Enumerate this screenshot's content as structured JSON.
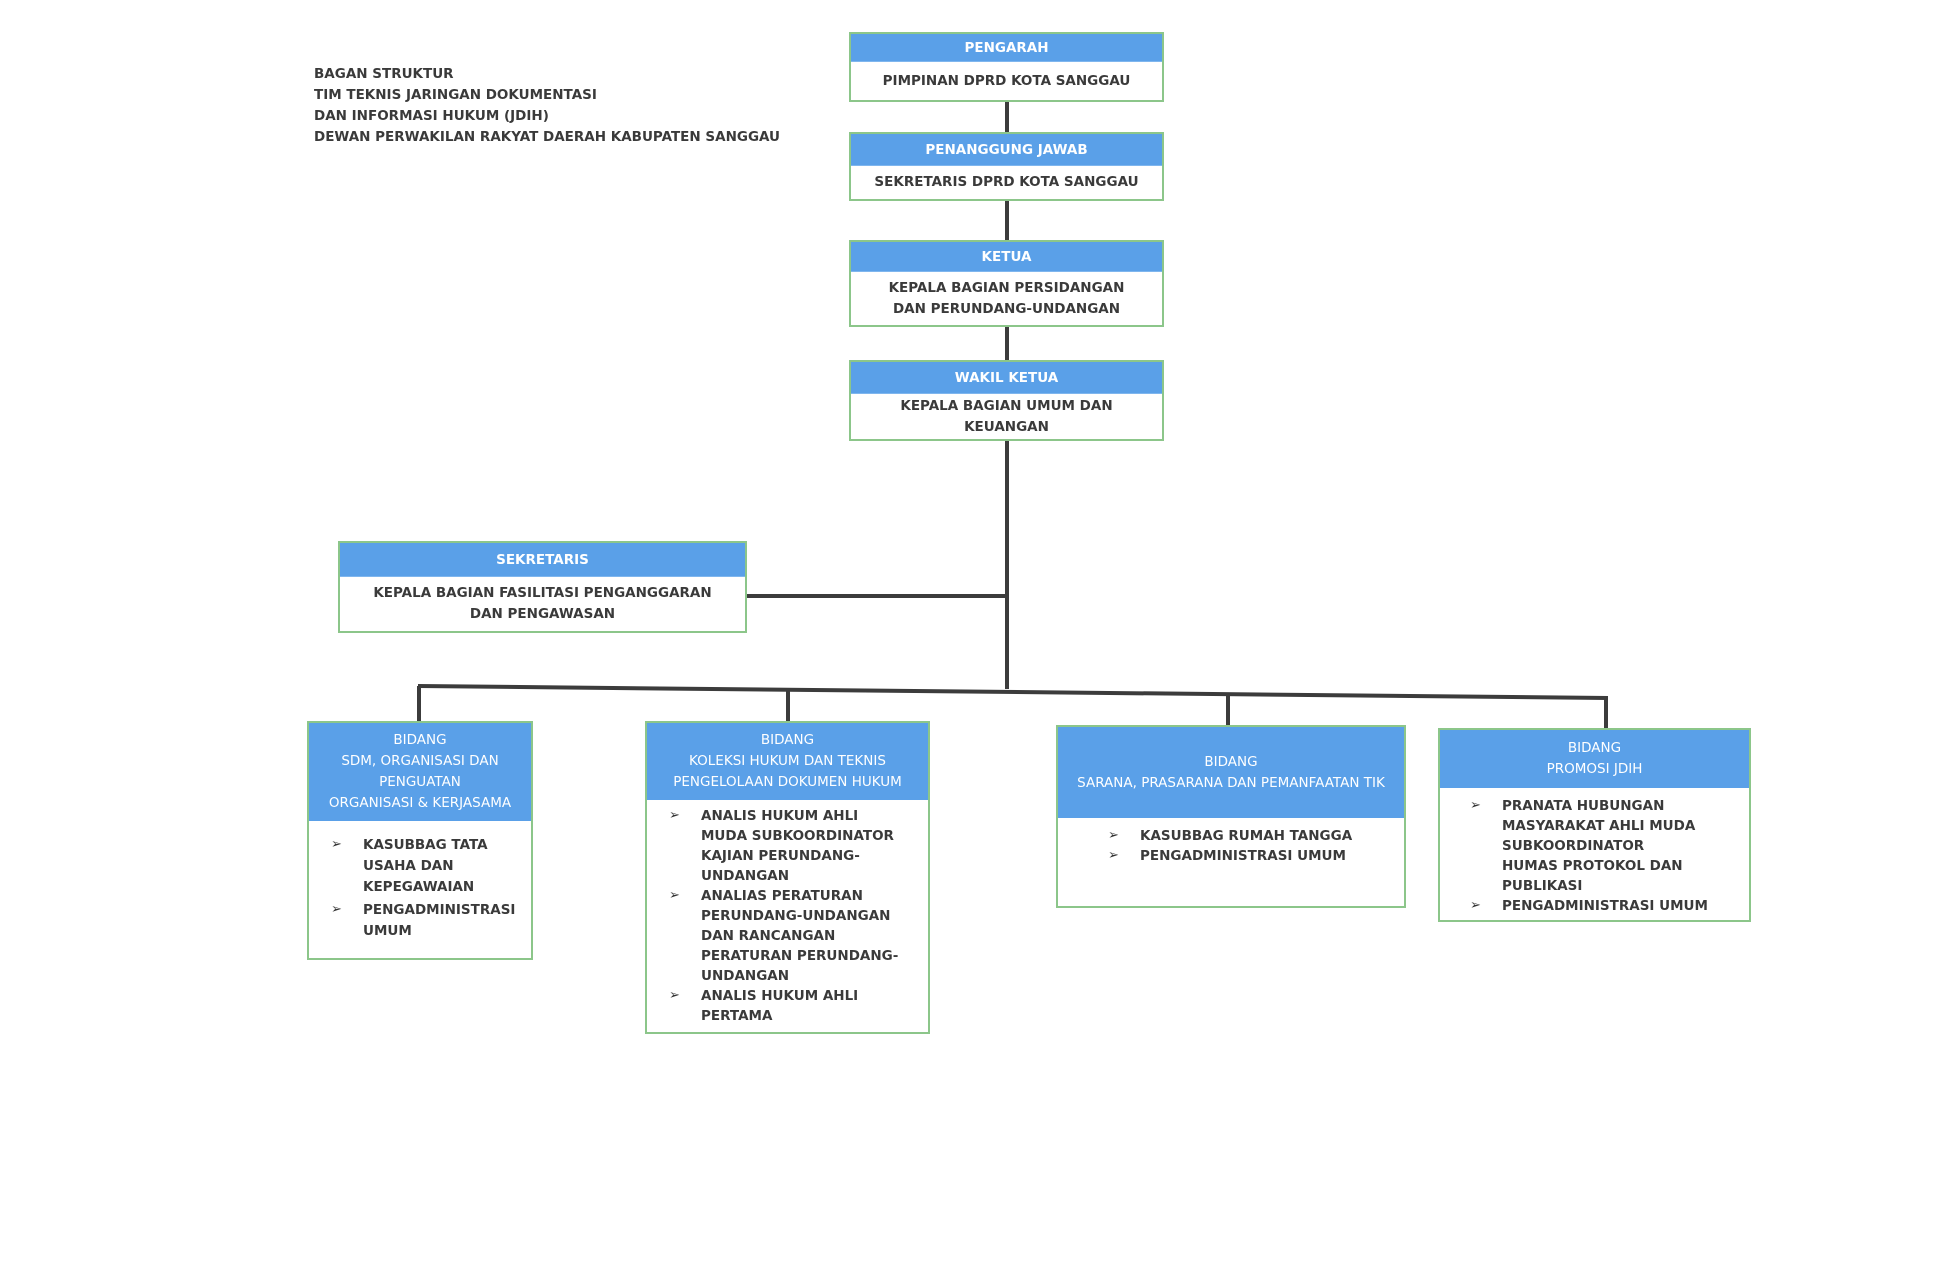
{
  "title": {
    "lines": [
      "BAGAN STRUKTUR",
      "TIM TEKNIS JARINGAN DOKUMENTASI",
      "DAN INFORMASI HUKUM (JDIH)",
      "DEWAN PERWAKILAN RAKYAT DAERAH KABUPATEN SANGGAU"
    ]
  },
  "colors": {
    "header": "#5aa0e8",
    "border": "#8cc68a",
    "connector": "#3c3c3c"
  },
  "arrow_glyph": "➢",
  "top_chain": [
    {
      "role": "PENGARAH",
      "holder": "PIMPINAN DPRD KOTA SANGGAU"
    },
    {
      "role": "PENANGGUNG JAWAB",
      "holder": "SEKRETARIS DPRD KOTA SANGGAU"
    },
    {
      "role": "KETUA",
      "holder": "KEPALA BAGIAN PERSIDANGAN DAN PERUNDANG-UNDANGAN"
    },
    {
      "role": "WAKIL KETUA",
      "holder": "KEPALA BAGIAN UMUM DAN KEUANGAN"
    }
  ],
  "secretary": {
    "role": "SEKRETARIS",
    "holder": "KEPALA BAGIAN FASILITASI PENGANGGARAN DAN PENGAWASAN"
  },
  "bidang": [
    {
      "header": [
        "BIDANG",
        "SDM, ORGANISASI DAN",
        "PENGUATAN",
        "ORGANISASI & KERJASAMA"
      ],
      "items": [
        "KASUBBAG TATA USAHA DAN KEPEGAWAIAN",
        "PENGADMINISTRASI UMUM"
      ]
    },
    {
      "header": [
        "BIDANG",
        "KOLEKSI HUKUM DAN TEKNIS",
        "PENGELOLAAN DOKUMEN HUKUM"
      ],
      "items": [
        "ANALIS HUKUM AHLI MUDA SUBKOORDINATOR KAJIAN PERUNDANG-UNDANGAN",
        "ANALIAS PERATURAN PERUNDANG-UNDANGAN DAN RANCANGAN PERATURAN PERUNDANG-UNDANGAN",
        "ANALIS HUKUM AHLI PERTAMA"
      ]
    },
    {
      "header": [
        "BIDANG",
        "SARANA, PRASARANA DAN PEMANFAATAN TIK"
      ],
      "items": [
        "KASUBBAG RUMAH TANGGA",
        "PENGADMINISTRASI UMUM"
      ]
    },
    {
      "header": [
        "BIDANG",
        "PROMOSI JDIH"
      ],
      "items": [
        "PRANATA HUBUNGAN MASYARAKAT AHLI MUDA SUBKOORDINATOR HUMAS PROTOKOL DAN PUBLIKASI",
        "PENGADMINISTRASI UMUM"
      ]
    }
  ]
}
